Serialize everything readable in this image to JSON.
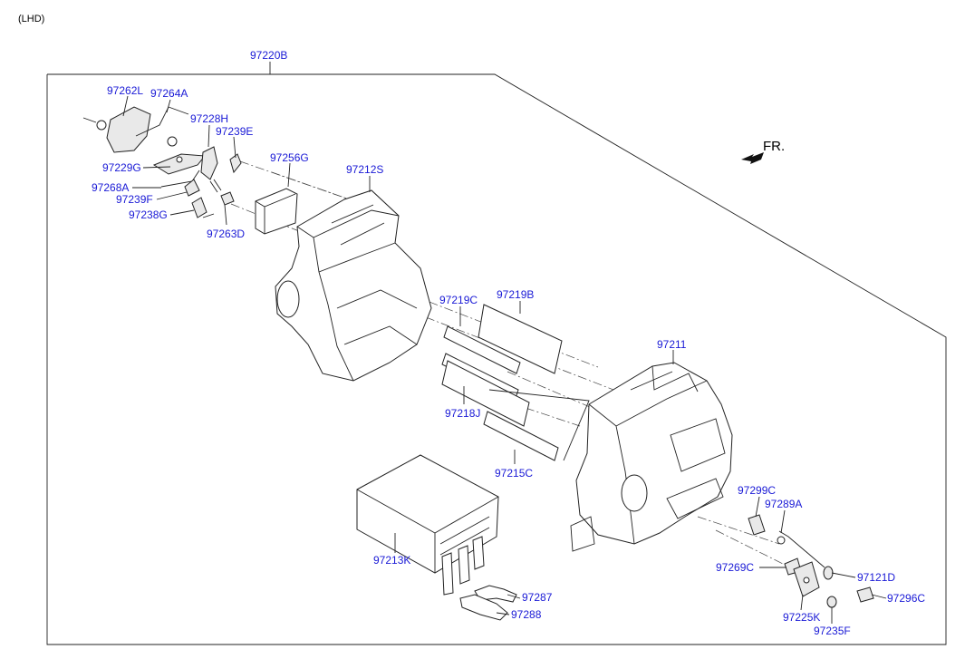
{
  "header": {
    "variant": "(LHD)"
  },
  "direction": {
    "label": "FR."
  },
  "assembly": {
    "label": "97220B"
  },
  "parts": {
    "p97262L": "97262L",
    "p97264A": "97264A",
    "p97228H": "97228H",
    "p97239E": "97239E",
    "p97256G": "97256G",
    "p97212S": "97212S",
    "p97229G": "97229G",
    "p97268A": "97268A",
    "p97239F": "97239F",
    "p97238G": "97238G",
    "p97263D": "97263D",
    "p97219C": "97219C",
    "p97219B": "97219B",
    "p97211": "97211",
    "p97218J": "97218J",
    "p97215C": "97215C",
    "p97213K": "97213K",
    "p97299C": "97299C",
    "p97289A": "97289A",
    "p97269C": "97269C",
    "p97121D": "97121D",
    "p97225K": "97225K",
    "p97296C": "97296C",
    "p97235F": "97235F",
    "p97287": "97287",
    "p97288": "97288"
  }
}
